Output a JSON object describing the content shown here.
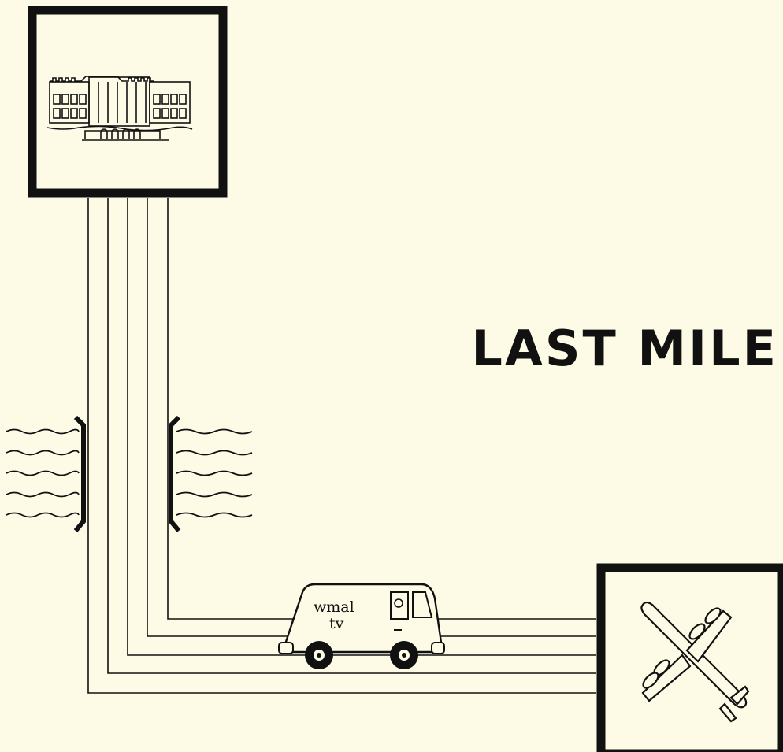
{
  "headline": "LAST MILE",
  "van": {
    "line1": "wmal",
    "line2": "tv"
  },
  "colors": {
    "background": "#fdfbe6",
    "ink": "#111111"
  },
  "icons": [
    "capitol-building-icon",
    "airplane-icon",
    "tv-van-icon",
    "water-waves-icon"
  ]
}
